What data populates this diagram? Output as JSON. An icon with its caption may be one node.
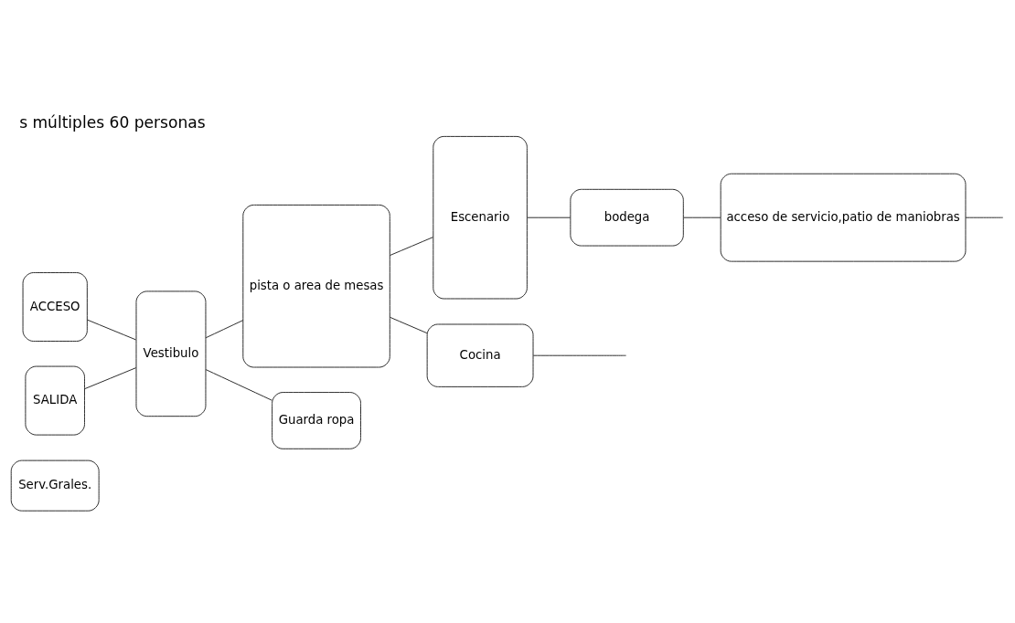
{
  "diagram": {
    "title": "s múltiples 60 personas",
    "nodes": [
      {
        "text": [
          "Serv.Grales."
        ]
      },
      {
        "text": [
          "ACCESO"
        ]
      },
      {
        "text": [
          "Vestibulo"
        ]
      },
      {
        "text": [
          "pista o area de mesas"
        ]
      },
      {
        "text": [
          "Escenario"
        ]
      },
      {
        "text": [
          "acceso de servicio,patio de maniobras"
        ]
      },
      {
        "text": [
          "SALIDA"
        ]
      },
      {
        "text": [
          "Guarda ropa"
        ]
      },
      {
        "text": [
          "Cocina"
        ]
      },
      {
        "text": [
          "bodega"
        ]
      }
    ],
    "edges": [
      {
        "from": 1,
        "to": 2,
        "arrow": "none"
      },
      {
        "from": 6,
        "to": 2,
        "arrow": "none"
      },
      {
        "from": 2,
        "to": 7,
        "arrow": "none"
      },
      {
        "from": 2,
        "to": 3,
        "arrow": "none"
      },
      {
        "from": 3,
        "to": 4,
        "arrow": "none"
      },
      {
        "from": 3,
        "to": 8,
        "arrow": "none"
      },
      {
        "from": 4,
        "to": 9,
        "arrow": "none"
      },
      {
        "from": 9,
        "to": 5,
        "arrow": "none"
      },
      {
        "from": 5,
        "to": null,
        "arrow": "none"
      },
      {
        "from": 8,
        "to": null,
        "arrow": "none"
      }
    ]
  }
}
